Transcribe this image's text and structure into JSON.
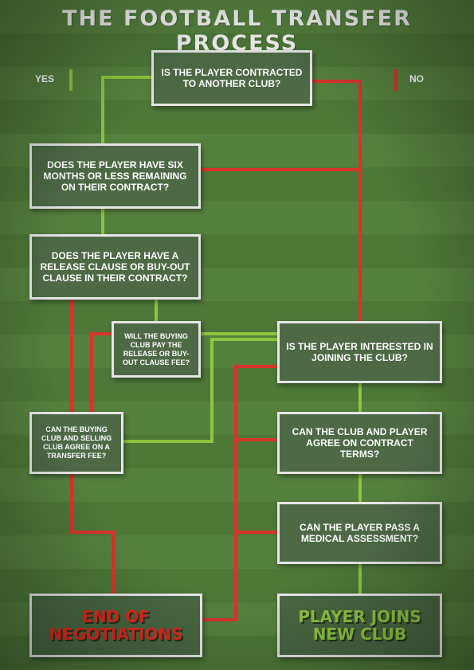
{
  "title": "THE FOOTBALL TRANSFER PROCESS",
  "legend": {
    "yes": "YES",
    "no": "NO"
  },
  "colors": {
    "yes_line": "#8cc63f",
    "no_line": "#d9342b",
    "box_border": "#e6e6e6"
  },
  "nodes": {
    "q_contracted": "IS THE PLAYER CONTRACTED TO ANOTHER CLUB?",
    "q_six_months": "DOES THE PLAYER HAVE SIX MONTHS OR LESS REMAINING ON THEIR CONTRACT?",
    "q_release_clause": "DOES THE PLAYER HAVE A RELEASE CLAUSE OR BUY-OUT CLAUSE IN THEIR CONTRACT?",
    "q_pay_release": "WILL THE BUYING CLUB PAY THE RELEASE OR BUY-OUT CLAUSE FEE?",
    "q_interested": "IS THE PLAYER INTERESTED IN JOINING THE CLUB?",
    "q_transfer_fee": "CAN THE BUYING CLUB AND SELLING CLUB AGREE ON A TRANSFER FEE?",
    "q_contract_terms": "CAN THE CLUB AND PLAYER AGREE ON CONTRACT TERMS?",
    "q_medical": "CAN THE PLAYER PASS A MEDICAL ASSESSMENT?",
    "end_negotiations": "END OF NEGOTIATIONS",
    "end_joins": "PLAYER JOINS NEW CLUB"
  }
}
